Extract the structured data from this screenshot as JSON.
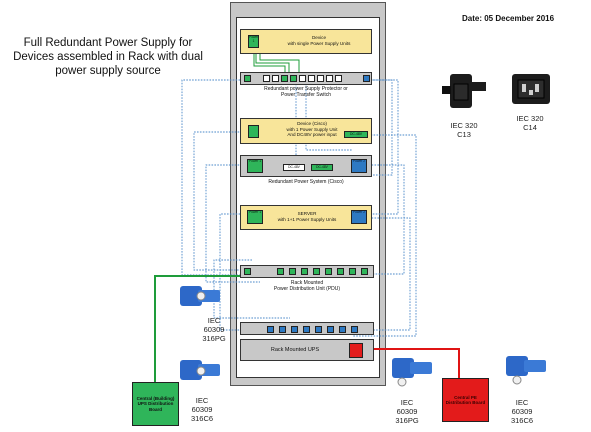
{
  "title": "Full Redundant Power Supply for Devices assembled in Rack with dual power supply source",
  "date": "Date: 05 December 2016",
  "device1": {
    "line1": "Device",
    "line2": "with single Power Supply Units",
    "psu": "Power 1"
  },
  "switch": {
    "line1": "Redundant power Supply Protector or",
    "line2": "Power Transfer Switch"
  },
  "cisco_device": {
    "line1": "Device (Cisco)",
    "line2": "with 1 Power Supply Unit",
    "line3": "And DC48V power input",
    "dc_label": "DC-48V"
  },
  "rps": {
    "label": "Redundant Power System (Cisco)",
    "psu1": "Power 1",
    "psu2": "Power 2",
    "dc1": "DC-48V",
    "dc2": "DC-48V"
  },
  "server": {
    "line1": "SERVER",
    "line2": "with 1+1 Power Supply Units",
    "psu1": "Power 1",
    "psu2": "Power 2"
  },
  "pdu": {
    "line1": "Rack Mounted",
    "line2": "Power Distribution Unit (PDU)"
  },
  "ups": {
    "label": "Rack Mounted UPS",
    "psu": "Power 1"
  },
  "connectors": {
    "c13": {
      "line1": "IEC 320",
      "line2": "C13"
    },
    "c14": {
      "line1": "IEC 320",
      "line2": "C14"
    },
    "p1": {
      "line1": "IEC",
      "line2": "60309",
      "line3": "316PG"
    },
    "p2": {
      "line1": "IEC",
      "line2": "60309",
      "line3": "316C6"
    },
    "p3": {
      "line1": "IEC",
      "line2": "60309",
      "line3": "316PG"
    },
    "p4": {
      "line1": "IEC",
      "line2": "60309",
      "line3": "316C6"
    }
  },
  "central_board": "Central (Building) UPS Distribution Board",
  "central_pe_board": "Central PE Distribution Board",
  "colors": {
    "green_line": "#1e9c3a",
    "red_line": "#e01414",
    "blue_dotted": "#4a88c8",
    "green_board": "#2fb55a",
    "red_board": "#e31b1b",
    "yellow_device": "#f8e59a"
  }
}
